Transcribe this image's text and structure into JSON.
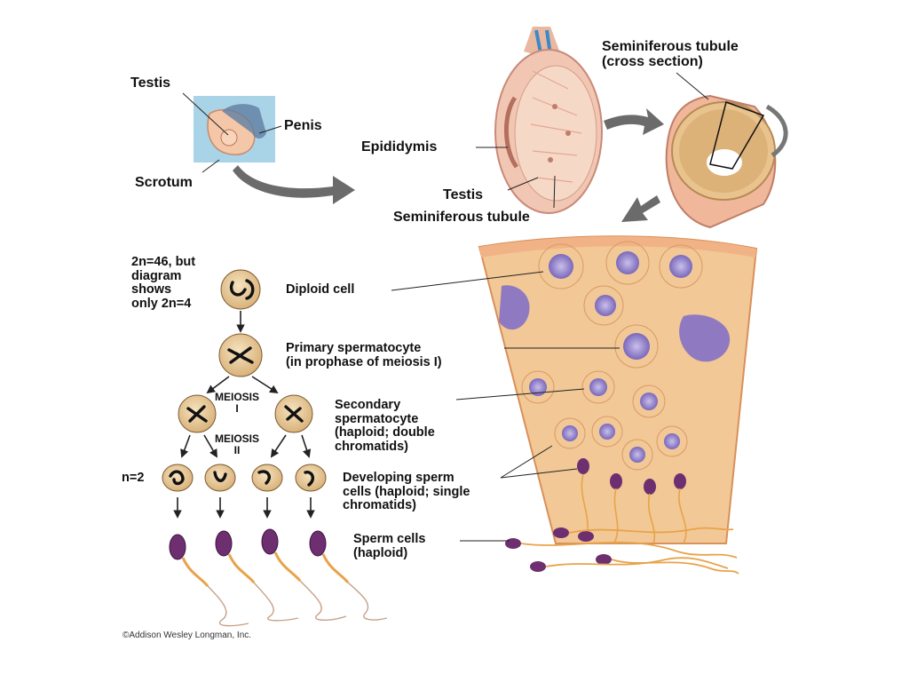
{
  "colors": {
    "tissue": "#f2c896",
    "tissue_border": "#d9905a",
    "nucleus": "#8a78c8",
    "sperm_head": "#6d2f6f",
    "sperm_tail": "#e89a3c",
    "organ_pink": "#f0c9b8",
    "arrow_grey": "#6b6b6b"
  },
  "labels": {
    "testis_top": "Testis",
    "penis": "Penis",
    "scrotum": "Scrotum",
    "seminiferous_cross_line1": "Seminiferous tubule",
    "seminiferous_cross_line2": "(cross section)",
    "epididymis": "Epididymis",
    "testis_mid": "Testis",
    "seminiferous_tubule": "Seminiferous tubule",
    "chromosome_note": [
      "2n=46, but",
      "diagram",
      "shows",
      "only 2n=4"
    ],
    "diploid_cell": "Diploid cell",
    "primary_spermatocyte": [
      "Primary spermatocyte",
      "(in prophase of meiosis I)"
    ],
    "meiosis_1": [
      "MEIOSIS",
      "I"
    ],
    "meiosis_2": [
      "MEIOSIS",
      "II"
    ],
    "secondary_spermatocyte": [
      "Secondary",
      "spermatocyte",
      "(haploid; double",
      "chromatids)"
    ],
    "n_equals": "n=2",
    "developing_sperm": [
      "Developing sperm",
      "cells (haploid; single",
      "chromatids)"
    ],
    "sperm_cells": [
      "Sperm cells",
      "(haploid)"
    ]
  },
  "credit": "©Addison Wesley Longman, Inc."
}
